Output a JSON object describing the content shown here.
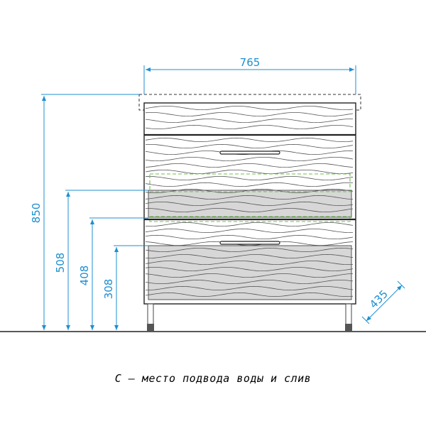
{
  "dimensions": {
    "width": "765",
    "height_total": "850",
    "height_508": "508",
    "height_408": "408",
    "height_308": "308",
    "depth": "435"
  },
  "caption": "С – место подвода воды и слив",
  "colors": {
    "dimension": "#1e8fd0",
    "outline": "#222222",
    "dashed_green": "#6cc04a",
    "wave": "#555555",
    "floor": "#222222",
    "feet": "#555555",
    "panel_fill": "#d7d7d7",
    "text": "#000000"
  }
}
